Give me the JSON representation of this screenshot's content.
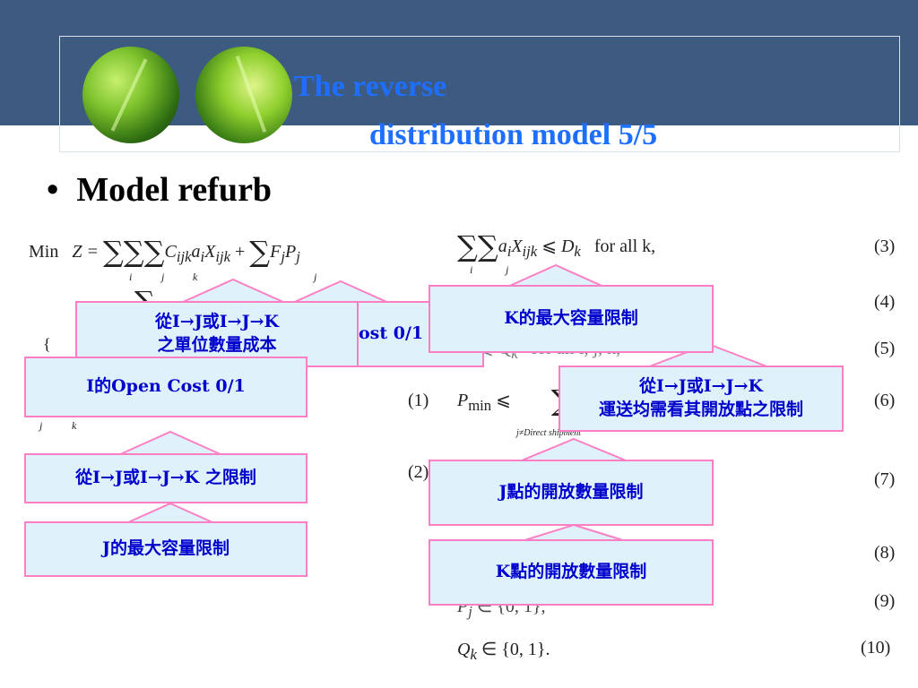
{
  "title": {
    "line1": "The reverse",
    "line2": "distribution model  5/5"
  },
  "bullet": {
    "dot": "•",
    "text": "Model refurb"
  },
  "equations": {
    "objective_min": "Min",
    "objective_lhs": "Z =",
    "objective_term1": "C",
    "constraint3_rhs": "for all k,",
    "p_min": "P",
    "p_min_sub": "min",
    "p_min_rel": "⩽",
    "direct_shipment_label": "j≠Direct   shipment",
    "q_k_constraint": "∈ {0, 1}.",
    "partial_5": "⩽ Q",
    "partial_5_tail": "for all i, j, k,",
    "partial_9": "∈ {0, 1},",
    "partial_ost": "ost 0/1"
  },
  "equation_numbers": [
    "(1)",
    "(2)",
    "(3)",
    "(4)",
    "(5)",
    "(6)",
    "(7)",
    "(8)",
    "(9)",
    "(10)"
  ],
  "callouts": {
    "unit_cost": [
      "從I→J或I→J→K",
      "之單位數量成本"
    ],
    "open_cost_i": "I的Open Cost 0/1",
    "flow_limit": "從I→J或I→J→K 之限制",
    "j_capacity": "J的最大容量限制",
    "k_capacity": "K的最大容量限制",
    "transport_limit": [
      "從I→J或I→J→K",
      "運送均需看其開放點之限制"
    ],
    "j_open_count": "J點的開放數量限制",
    "k_open_count": "K點的開放數量限制"
  },
  "colors": {
    "header_band": "#3d5a80",
    "title": "#1e6fff",
    "callout_fill": "#dff1fb",
    "callout_border": "#ff7fc4",
    "callout_text": "#0000cc"
  }
}
